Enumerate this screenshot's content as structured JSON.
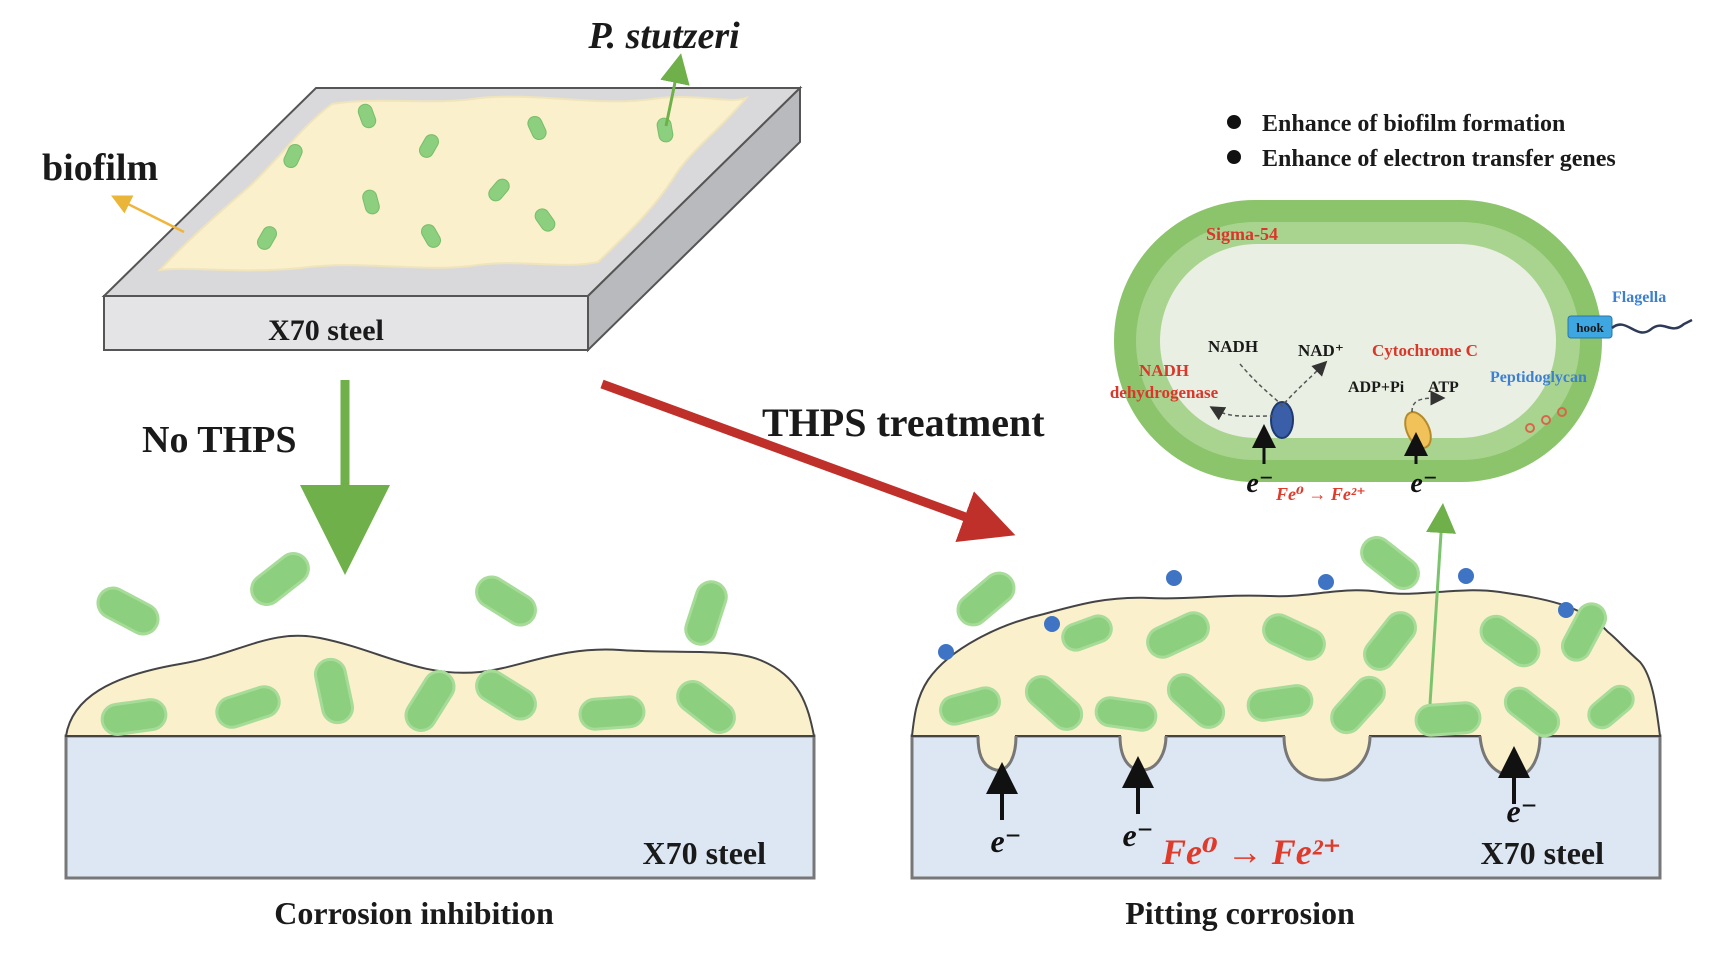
{
  "labels": {
    "p_stutzeri": "P. stutzeri",
    "biofilm": "biofilm",
    "x70_steel_top": "X70 steel",
    "no_thps": "No THPS",
    "thps_treatment": "THPS treatment",
    "x70_steel_left": "X70 steel",
    "x70_steel_right": "X70 steel",
    "corrosion_inhibition": "Corrosion inhibition",
    "pitting_corrosion": "Pitting corrosion"
  },
  "legend": {
    "items": [
      "Enhance of biofilm formation",
      "Enhance of electron transfer genes"
    ]
  },
  "cell": {
    "sigma": "Sigma-54",
    "flagella": "Flagella",
    "hook": "hook",
    "nadh": "NADH",
    "nad": "NAD⁺",
    "cytochrome": "Cytochrome C",
    "peptidoglycan": "Peptidoglycan",
    "nadh_dehydrogenase_1": "NADH",
    "nadh_dehydrogenase_2": "dehydrogenase",
    "adp_pi": "ADP+Pi",
    "atp": "ATP",
    "e_left": "e⁻",
    "e_right": "e⁻",
    "fe_reaction": "Fe⁰ → Fe²⁺"
  },
  "pits": {
    "e1": "e⁻",
    "e2": "e⁻",
    "e3": "e⁻",
    "fe_reaction": "Fe⁰ → Fe²⁺"
  },
  "colors": {
    "biofilm": "#fbf0cc",
    "bacteria": "#8ccf7e",
    "steel": "#dde7f3",
    "green_arrow": "#6fb04a",
    "red_arrow": "#c0302a",
    "blue_dot": "#3f74c4"
  }
}
